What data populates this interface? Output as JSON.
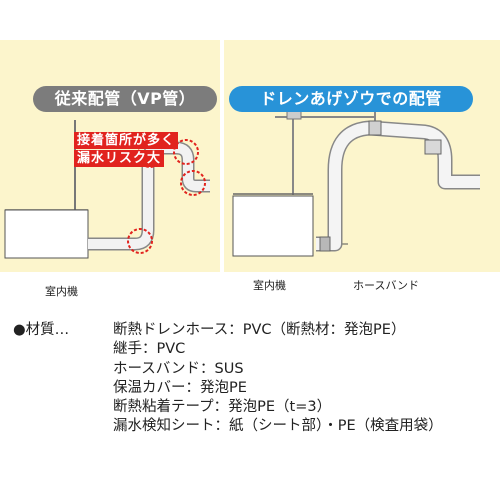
{
  "colors": {
    "panel_bg": "#fcf5cc",
    "old_header": "#7c7c7c",
    "new_header": "#2893d8",
    "warning": "#e1231e"
  },
  "diagram": {
    "old_method": {
      "header": "従来配管（VP管）",
      "warning_line1": "接着箇所が多く",
      "warning_line2": "漏水リスク大",
      "unit_label": "室内機"
    },
    "new_method": {
      "header": "ドレンあげゾウでの配管",
      "unit_label": "室内機",
      "band_label": "ホースバンド"
    }
  },
  "specs": {
    "prefix": "●材質…",
    "rows": [
      "断熱ドレンホース：PVC（断熱材：発泡PE）",
      "継手：PVC",
      "ホースバンド：SUS",
      "保温カバー：発泡PE",
      "断熱粘着テープ：発泡PE（t=3）",
      "漏水検知シート：紙（シート部）・PE（検査用袋）"
    ]
  }
}
